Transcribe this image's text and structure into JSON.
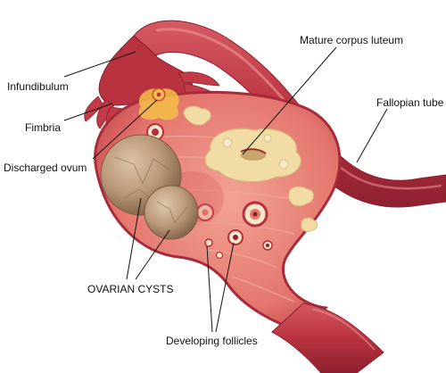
{
  "labels": {
    "infundibulum": "Infundibulum",
    "fimbria": "Fimbria",
    "discharged_ovum": "Discharged ovum",
    "ovarian_cysts": "OVARIAN CYSTS",
    "mature_corpus_luteum": "Mature corpus luteum",
    "fallopian_tube": "Fallopian tube",
    "developing_follicles": "Developing follicles"
  },
  "colors": {
    "tissue_outer": "#b5303f",
    "tissue_inner": "#e8827a",
    "tissue_light": "#f4b3a6",
    "tube_dark": "#9e2536",
    "tube_mid": "#c8404d",
    "tube_highlight": "#e27a80",
    "cyst": "#b99877",
    "cyst_light": "#d9c0a4",
    "cyst_dark": "#8a6a4d",
    "corpus_luteum": "#f1dca5",
    "follicle_ring": "#f7e6c8",
    "ovum_glow": "#f4c047"
  }
}
